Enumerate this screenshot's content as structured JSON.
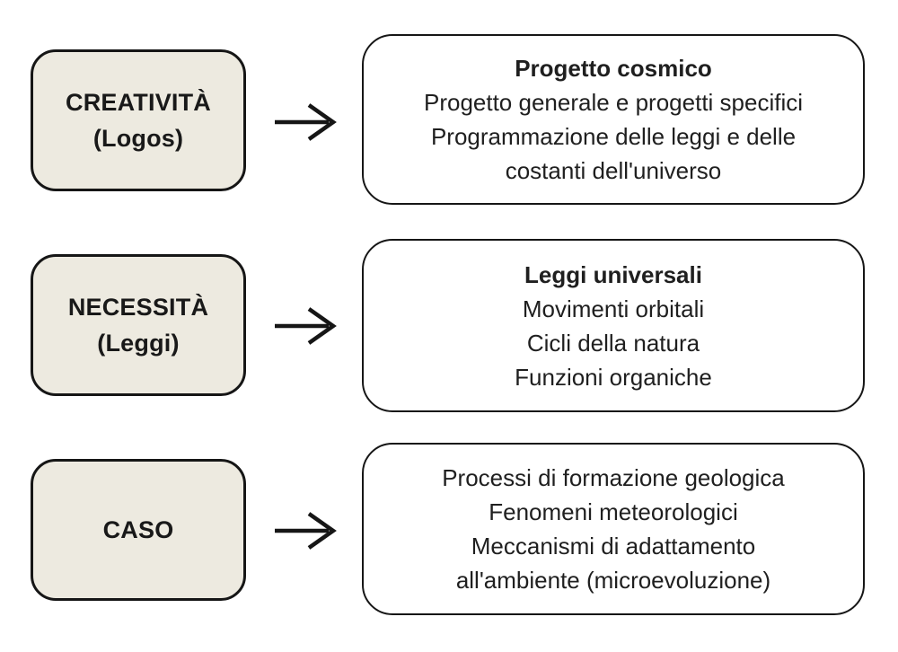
{
  "diagram": {
    "title": "Creatività, Necessità, Caso — schema",
    "colors": {
      "source_fill": "#edeae0",
      "target_fill": "#ffffff",
      "border": "#161616",
      "text": "#1f1f1f"
    },
    "rows": [
      {
        "source_lines": [
          "CREATIVITÀ",
          "(Logos)"
        ],
        "target_title": "Progetto cosmico",
        "target_lines": [
          "Progetto generale e progetti specifici",
          "Programmazione delle leggi e delle",
          "costanti dell'universo"
        ]
      },
      {
        "source_lines": [
          "NECESSITÀ",
          "(Leggi)"
        ],
        "target_title": "Leggi universali",
        "target_lines": [
          "Movimenti orbitali",
          "Cicli della natura",
          "Funzioni organiche"
        ]
      },
      {
        "source_lines": [
          "CASO"
        ],
        "target_title": "",
        "target_lines": [
          "Processi di formazione geologica",
          "Fenomeni meteorologici",
          "Meccanismi di adattamento",
          "all'ambiente (microevoluzione)"
        ]
      }
    ]
  }
}
